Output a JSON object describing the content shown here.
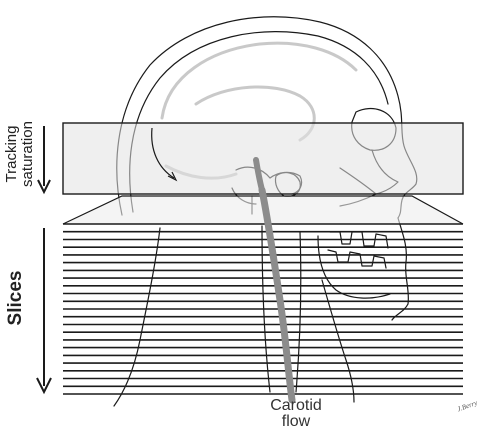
{
  "labels": {
    "tracking_line1": "Tracking",
    "tracking_line2": "saturation",
    "slices": "Slices",
    "carotid_line1": "Carotid",
    "carotid_line2": "flow",
    "signature": "J.Berry"
  },
  "colors": {
    "stroke": "#1a1a1a",
    "saturation_band": "#e2e2e2",
    "vessel": "#8c8c8c",
    "brain_vessel": "#c9c9c9"
  },
  "slice_count": 23
}
